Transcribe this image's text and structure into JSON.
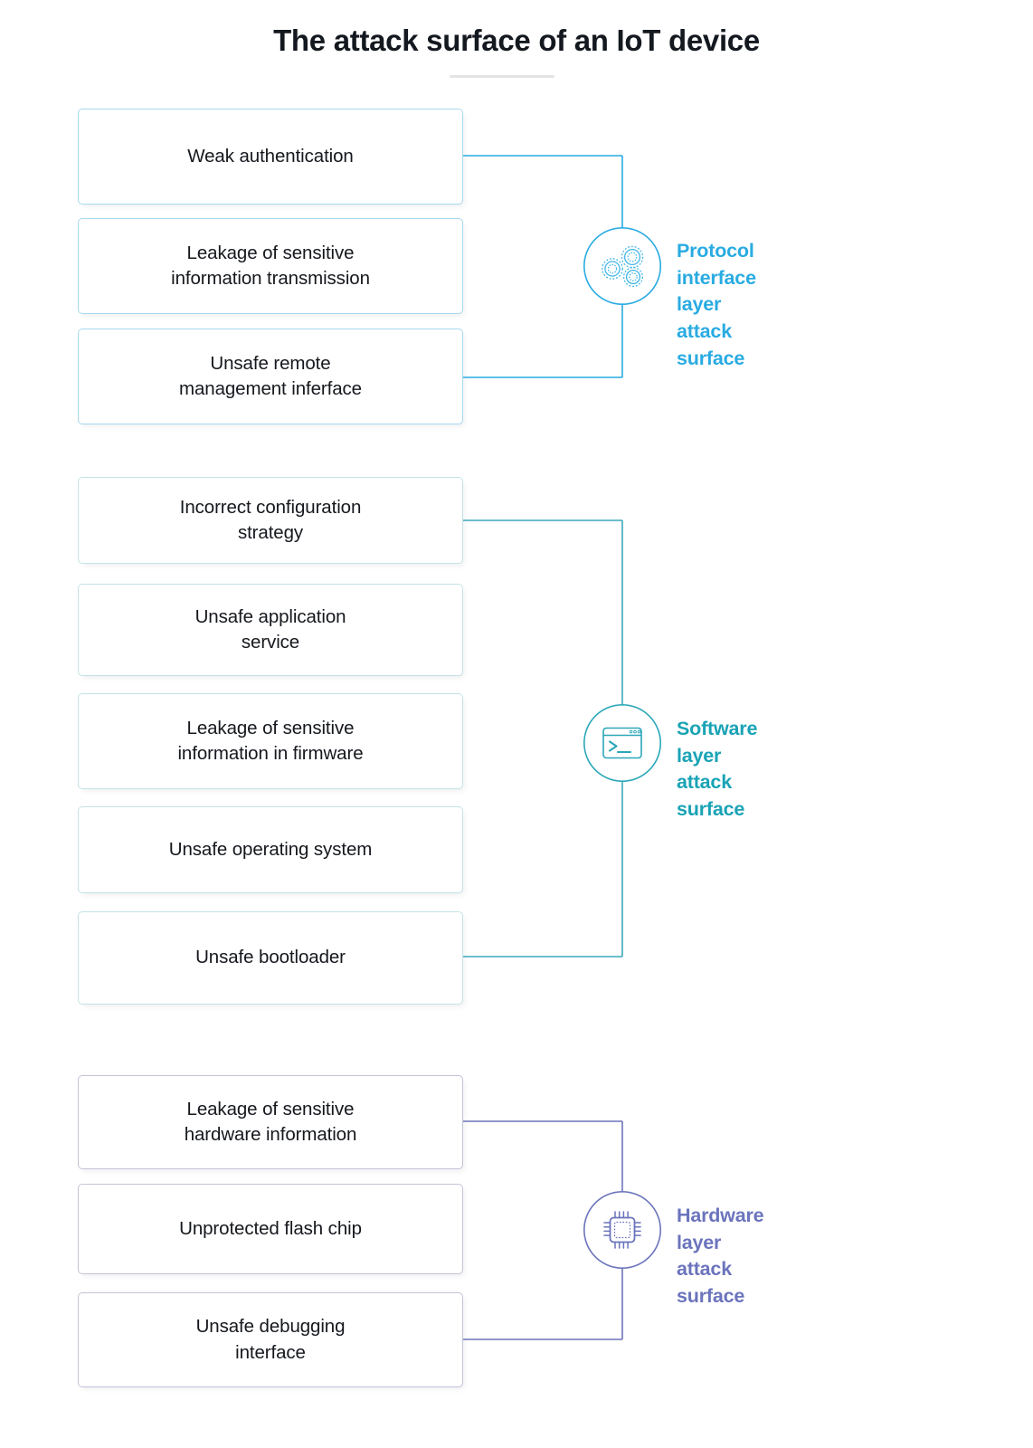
{
  "page": {
    "title": "The attack surface of an IoT device",
    "background": "#ffffff"
  },
  "groups": [
    {
      "id": "protocol-interface-layer",
      "accent": "#29abe2",
      "box_border": "#a8d9ee",
      "icon": "gears-icon",
      "label_line1": "Protocol interface",
      "label_line2": "layer attack surface",
      "label": "Protocol interface\nlayer attack surface",
      "items": [
        "Weak authentication",
        "Leakage of sensitive\ninformation transmission",
        "Unsafe remote\nmanagement inferface"
      ]
    },
    {
      "id": "software-layer",
      "accent": "#19a3b5",
      "box_border": "#c4e3e6",
      "icon": "terminal-icon",
      "label_line1": "Software layer",
      "label_line2": "attack surface",
      "label": "Software layer\nattack surface",
      "items": [
        "Incorrect configuration\nstrategy",
        "Unsafe application\nservice",
        "Leakage of sensitive\ninformation in firmware",
        "Unsafe operating system",
        "Unsafe bootloader"
      ]
    },
    {
      "id": "hardware-layer",
      "accent": "#6b74bc",
      "box_border": "#c3c4d8",
      "icon": "microchip-icon",
      "label_line1": "Hardware layer",
      "label_line2": "attack surface",
      "label": "Hardware layer\nattack surface",
      "items": [
        "Leakage of sensitive\nhardware information",
        "Unprotected flash chip",
        "Unsafe debugging\ninterface"
      ]
    }
  ]
}
